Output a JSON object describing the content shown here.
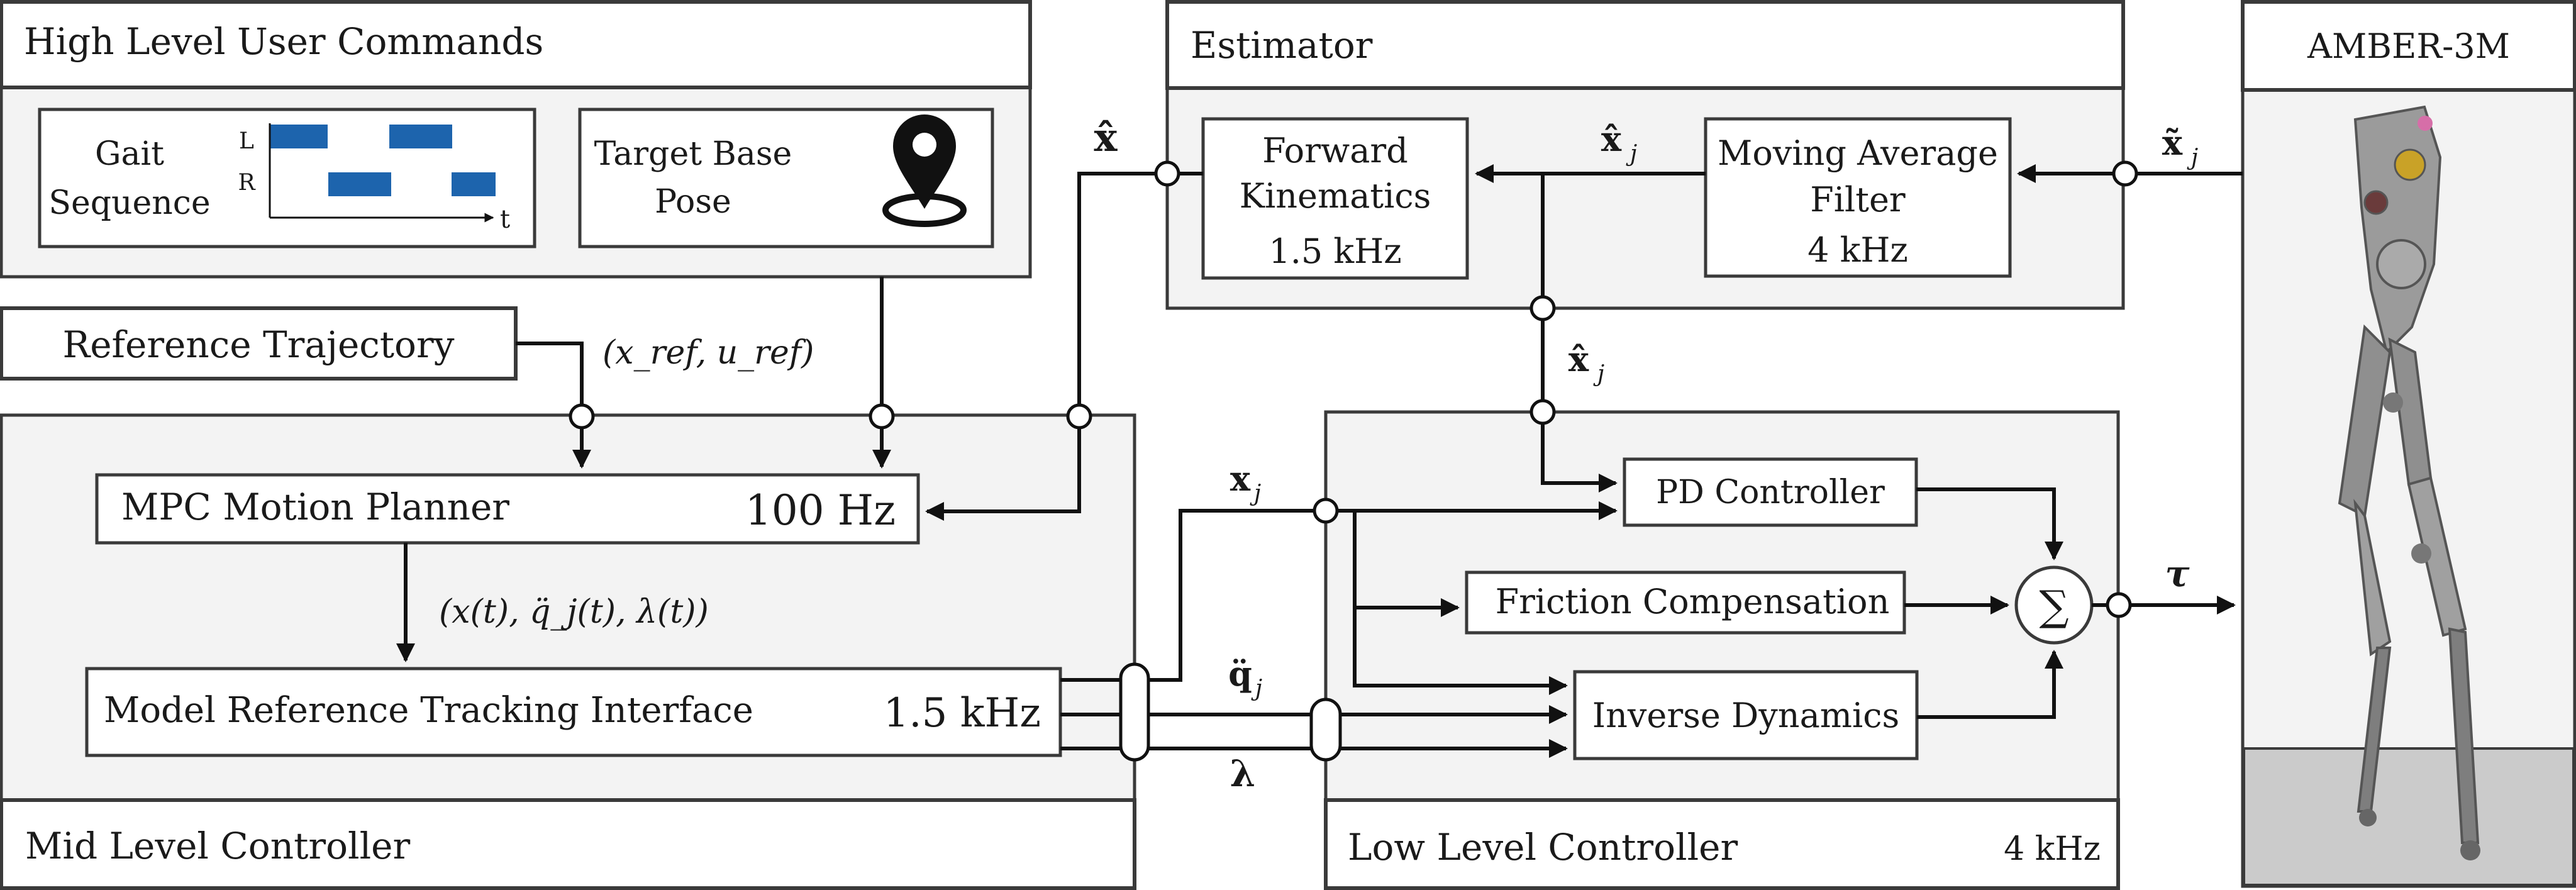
{
  "colors": {
    "panel_fill": "#f3f3f3",
    "panel_stroke": "#3a3a3a",
    "gait_bar": "#1d64ad",
    "ground": "#cbcbcb",
    "robot_metal": "#8f8f8f"
  },
  "high_level": {
    "title": "High Level User Commands",
    "gait_label_line1": "Gait",
    "gait_label_line2": "Sequence",
    "gait_row_left": "L",
    "gait_row_right": "R",
    "gait_time_axis": "t",
    "target_label_line1": "Target Base",
    "target_label_line2": "Pose",
    "location_pin_icon": "map-pin-icon"
  },
  "reference": {
    "title": "Reference Trajectory",
    "signal": "(x_ref, u_ref)"
  },
  "mid_level": {
    "title": "Mid Level Controller",
    "mpc_label": "MPC Motion Planner",
    "mpc_rate": "100 Hz",
    "mpc_output": "(x(t), q̈_j(t), λ(t))",
    "mrti_label": "Model Reference Tracking Interface",
    "mrti_rate": "1.5 kHz"
  },
  "estimator": {
    "title": "Estimator",
    "fk_line1": "Forward",
    "fk_line2": "Kinematics",
    "fk_rate": "1.5 kHz",
    "maf_line1": "Moving Average",
    "maf_line2": "Filter",
    "maf_rate": "4 kHz"
  },
  "low_level": {
    "title": "Low Level Controller",
    "rate": "4 kHz",
    "pd_label": "PD Controller",
    "friction_label": "Friction Compensation",
    "inverse_label": "Inverse Dynamics",
    "sum_symbol": "∑"
  },
  "signals": {
    "x_hat": "x̂",
    "xj_hat": "x̂",
    "xj_tilde": "x̃",
    "xj": "x",
    "qddj": "q̈",
    "lambda": "λ",
    "tau": "τ",
    "sub_j": "j"
  },
  "robot": {
    "title": "AMBER-3M"
  }
}
